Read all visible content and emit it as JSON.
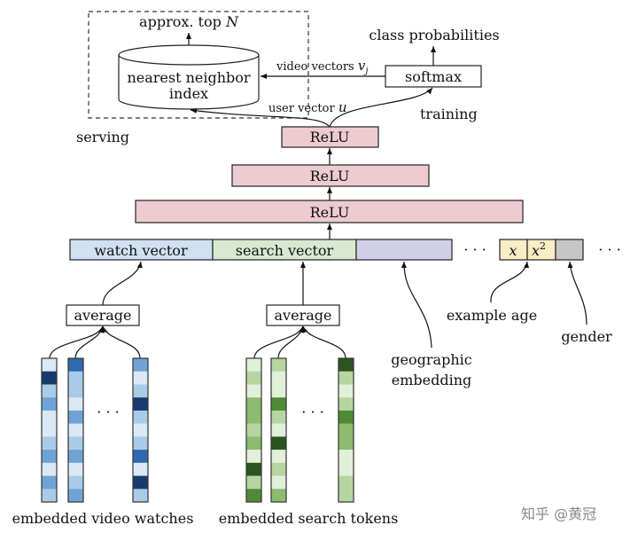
{
  "serving": {
    "label": "serving",
    "output": "approx. top ",
    "output_var": "N",
    "index_line1": "nearest neighbor",
    "index_line2": "index",
    "user_vector": "user vector ",
    "user_var": "u"
  },
  "training": {
    "label": "training",
    "output": "class probabilities",
    "softmax": "softmax",
    "video_vectors": "video vectors ",
    "video_var": "v",
    "video_sub": "j"
  },
  "layers": [
    "ReLU",
    "ReLU",
    "ReLU"
  ],
  "inputs": {
    "watch": "watch vector",
    "search": "search vector",
    "age_x": "x",
    "age_x2": "x",
    "age_exp": "2",
    "ellipsis": "· · ·",
    "colors": {
      "watch": "#cfe1f2",
      "search": "#d8e9d0",
      "geo": "#d2cfe8",
      "age": "#f7edc6",
      "gender": "#c6c6c6",
      "relu": "#edcbd0"
    }
  },
  "average": [
    "average",
    "average"
  ],
  "labels": {
    "geo1": "geographic",
    "geo2": "embedding",
    "age": "example age",
    "gender": "gender",
    "watches": "embedded video watches",
    "tokens": "embedded search tokens"
  },
  "embeddings": {
    "blue_palette": [
      "#dbe8f5",
      "#a9cbe8",
      "#6fa3d4",
      "#2f6aaf",
      "#183b6e"
    ],
    "green_palette": [
      "#e2efd9",
      "#b7d5a2",
      "#8dbb6f",
      "#4f8a36",
      "#2c5420"
    ],
    "watches": [
      [
        0,
        4,
        1,
        2,
        0,
        0,
        1,
        2,
        0,
        2,
        1
      ],
      [
        3,
        1,
        1,
        0,
        2,
        0,
        1,
        2,
        0,
        1,
        2
      ],
      [
        2,
        0,
        1,
        4,
        1,
        0,
        1,
        3,
        0,
        4,
        1
      ]
    ],
    "tokens": [
      [
        0,
        1,
        0,
        2,
        2,
        1,
        2,
        0,
        4,
        1,
        3
      ],
      [
        1,
        0,
        0,
        3,
        1,
        0,
        4,
        0,
        1,
        0,
        2
      ],
      [
        4,
        1,
        0,
        1,
        3,
        2,
        2,
        0,
        0,
        1,
        1
      ]
    ]
  },
  "watermark": "知乎 @黄冠"
}
